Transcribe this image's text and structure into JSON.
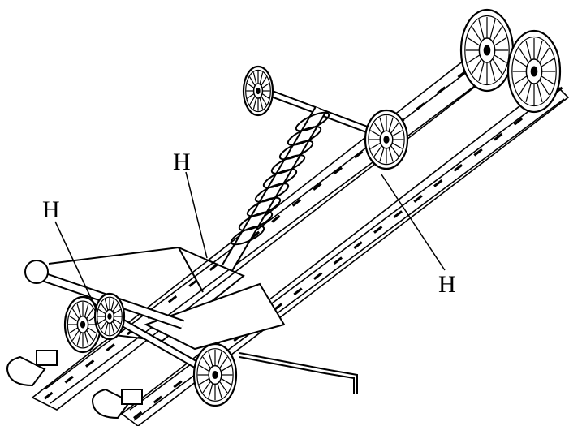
{
  "diagram": {
    "callouts": [
      {
        "id": "upper-rear",
        "label": "H"
      },
      {
        "id": "left-front",
        "label": "H"
      },
      {
        "id": "right-middle",
        "label": "H"
      }
    ],
    "colors": {
      "stroke": "#000000",
      "background": "#ffffff",
      "shade": "#555555"
    }
  }
}
